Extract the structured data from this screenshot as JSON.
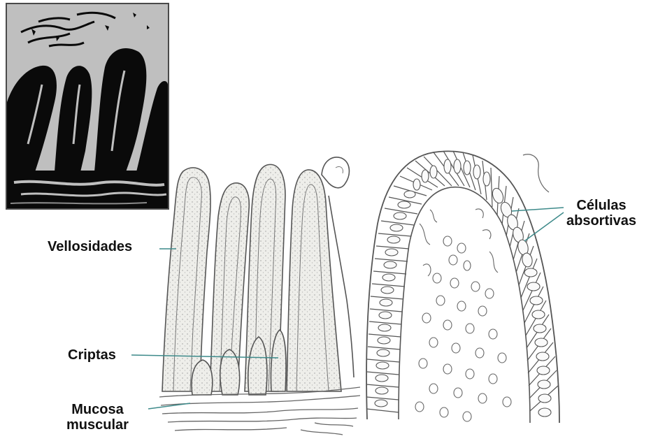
{
  "labels": {
    "vellosidades": "Vellosidades",
    "criptas": "Criptas",
    "mucosa_line1": "Mucosa",
    "mucosa_line2": "muscular",
    "celulas_line1": "Células",
    "celulas_line2": "absortivas"
  },
  "colors": {
    "leader_line": "#3d8a8a",
    "ink": "#555555",
    "micrograph_dark": "#0a0a0a",
    "micrograph_light": "#bfbfbf",
    "stipple": "#d8d8d0"
  }
}
